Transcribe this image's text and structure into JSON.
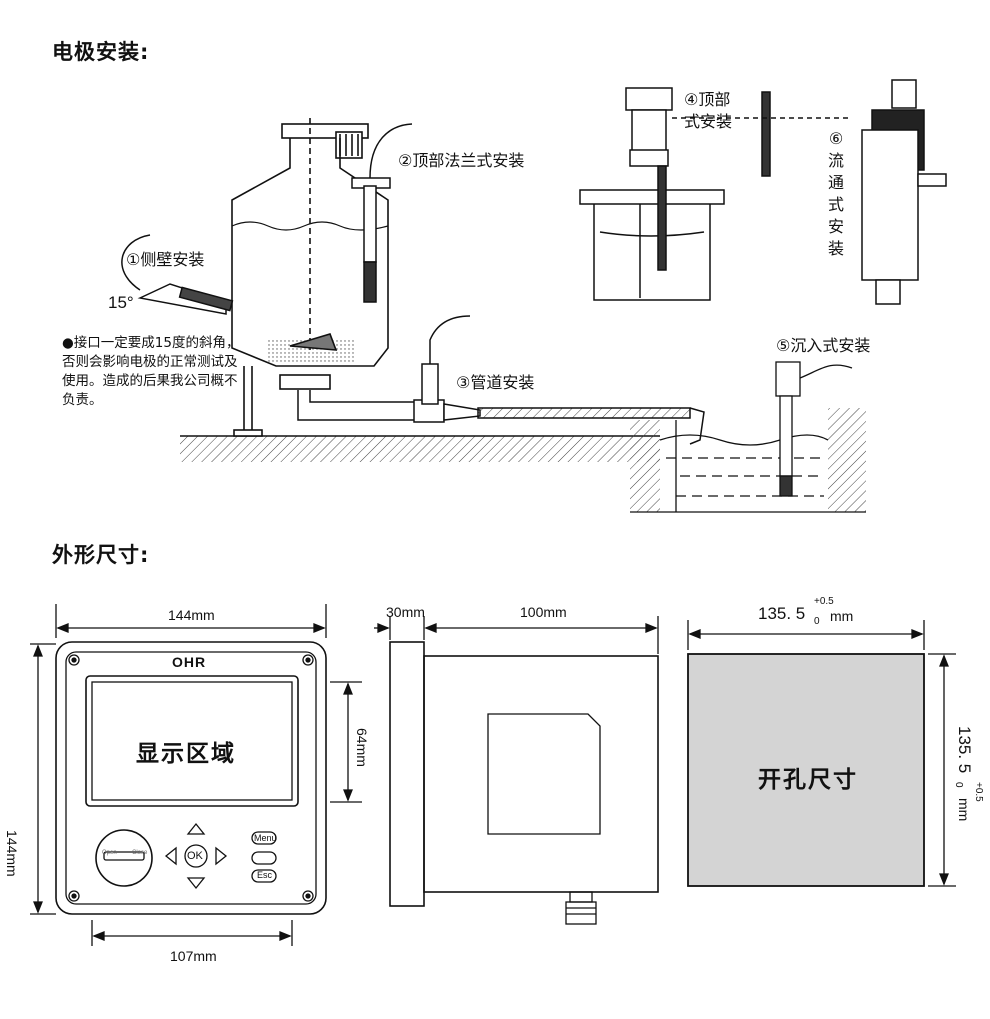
{
  "sections": {
    "installation_title": "电极安装:",
    "dimensions_title": "外形尺寸:"
  },
  "installation": {
    "side_wall": "①侧壁安装",
    "angle": "15°",
    "top_flange": "②顶部法兰式安装",
    "pipeline": "③管道安装",
    "top_mount_line1": "④顶部",
    "top_mount_line2": "式安装",
    "submerged": "⑤沉入式安装",
    "flow_through": "⑥流通式安装",
    "note": "●接口一定要成15度的斜角，否则会影响电极的正常测试及使用。造成的后果我公司概不负责。"
  },
  "device": {
    "brand": "OHR",
    "display_label": "显示区域",
    "menu_key": "Menu",
    "esc_key": "Esc",
    "ok_key": "OK",
    "usb_open": "Open",
    "usb_close": "Close"
  },
  "dimensions": {
    "front_width": "144mm",
    "front_height": "144mm",
    "display_height": "64mm",
    "keypad_width": "107mm",
    "bezel_depth": "30mm",
    "body_depth": "100mm",
    "cutout_size": "135. 5",
    "tolerance_upper": "+0.5",
    "tolerance_lower": "0",
    "cutout_unit": "mm",
    "cutout_label": "开孔尺寸"
  },
  "colors": {
    "line": "#111111",
    "panel_fill": "#d4d4d4",
    "hatch": "#555555"
  }
}
